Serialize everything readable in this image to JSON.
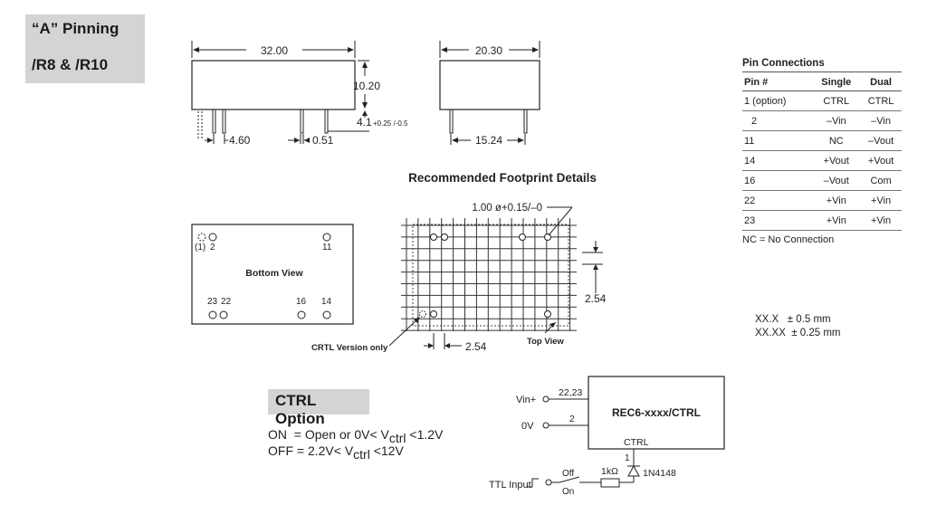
{
  "header": {
    "line1": "“A” Pinning",
    "line2": "/R8 & /R10"
  },
  "dimensions": {
    "length": "32.00",
    "height": "10.20",
    "pin_length": "4.1",
    "pin_length_tol": "+0.25 /-0.5",
    "pin_pitch": "4.60",
    "pin_width": "0.51",
    "width": "20.30",
    "pin_row_spacing": "15.24"
  },
  "footprint": {
    "title": "Recommended Footprint Details",
    "hole": "1.00 ø+0.15/–0",
    "grid_v": "2.54",
    "grid_h": "2.54",
    "crtl_label": "CRTL Version only",
    "top_view": "Top View"
  },
  "bottom_view": {
    "label": "Bottom View",
    "pins": {
      "p1": "(1)",
      "p2": "2",
      "p11": "11",
      "p23": "23",
      "p22": "22",
      "p16": "16",
      "p14": "14"
    }
  },
  "pin_connections": {
    "title": "Pin Connections",
    "headers": [
      "Pin #",
      "Single",
      "Dual"
    ],
    "rows": [
      [
        "1 (option)",
        "CTRL",
        "CTRL"
      ],
      [
        "2",
        "–Vin",
        "–Vin"
      ],
      [
        "11",
        "NC",
        "–Vout"
      ],
      [
        "14",
        "+Vout",
        "+Vout"
      ],
      [
        "16",
        "–Vout",
        "Com"
      ],
      [
        "22",
        "+Vin",
        "+Vin"
      ],
      [
        "23",
        "+Vin",
        "+Vin"
      ]
    ],
    "note": "NC = No Connection"
  },
  "tolerances": {
    "line1": "XX.X   ± 0.5 mm",
    "line2": "XX.XX  ± 0.25 mm"
  },
  "ctrl_option": {
    "title": "CTRL Option",
    "on_prefix": "ON  = Open or 0V< V",
    "on_sub": "ctrl",
    "on_suffix": " <1.2V",
    "off_prefix": "OFF = 2.2V< V",
    "off_sub": "ctrl",
    "off_suffix": " <12V"
  },
  "schematic": {
    "device": "REC6-xxxx/CTRL",
    "vin_plus": "Vin+",
    "vin_pins": "22,23",
    "zero_v": "0V",
    "zero_v_pin": "2",
    "ctrl": "CTRL",
    "ctrl_pin": "1",
    "ttl": "TTL Input",
    "off": "Off",
    "on": "On",
    "resistor": "1kΩ",
    "diode": "1N4148"
  }
}
